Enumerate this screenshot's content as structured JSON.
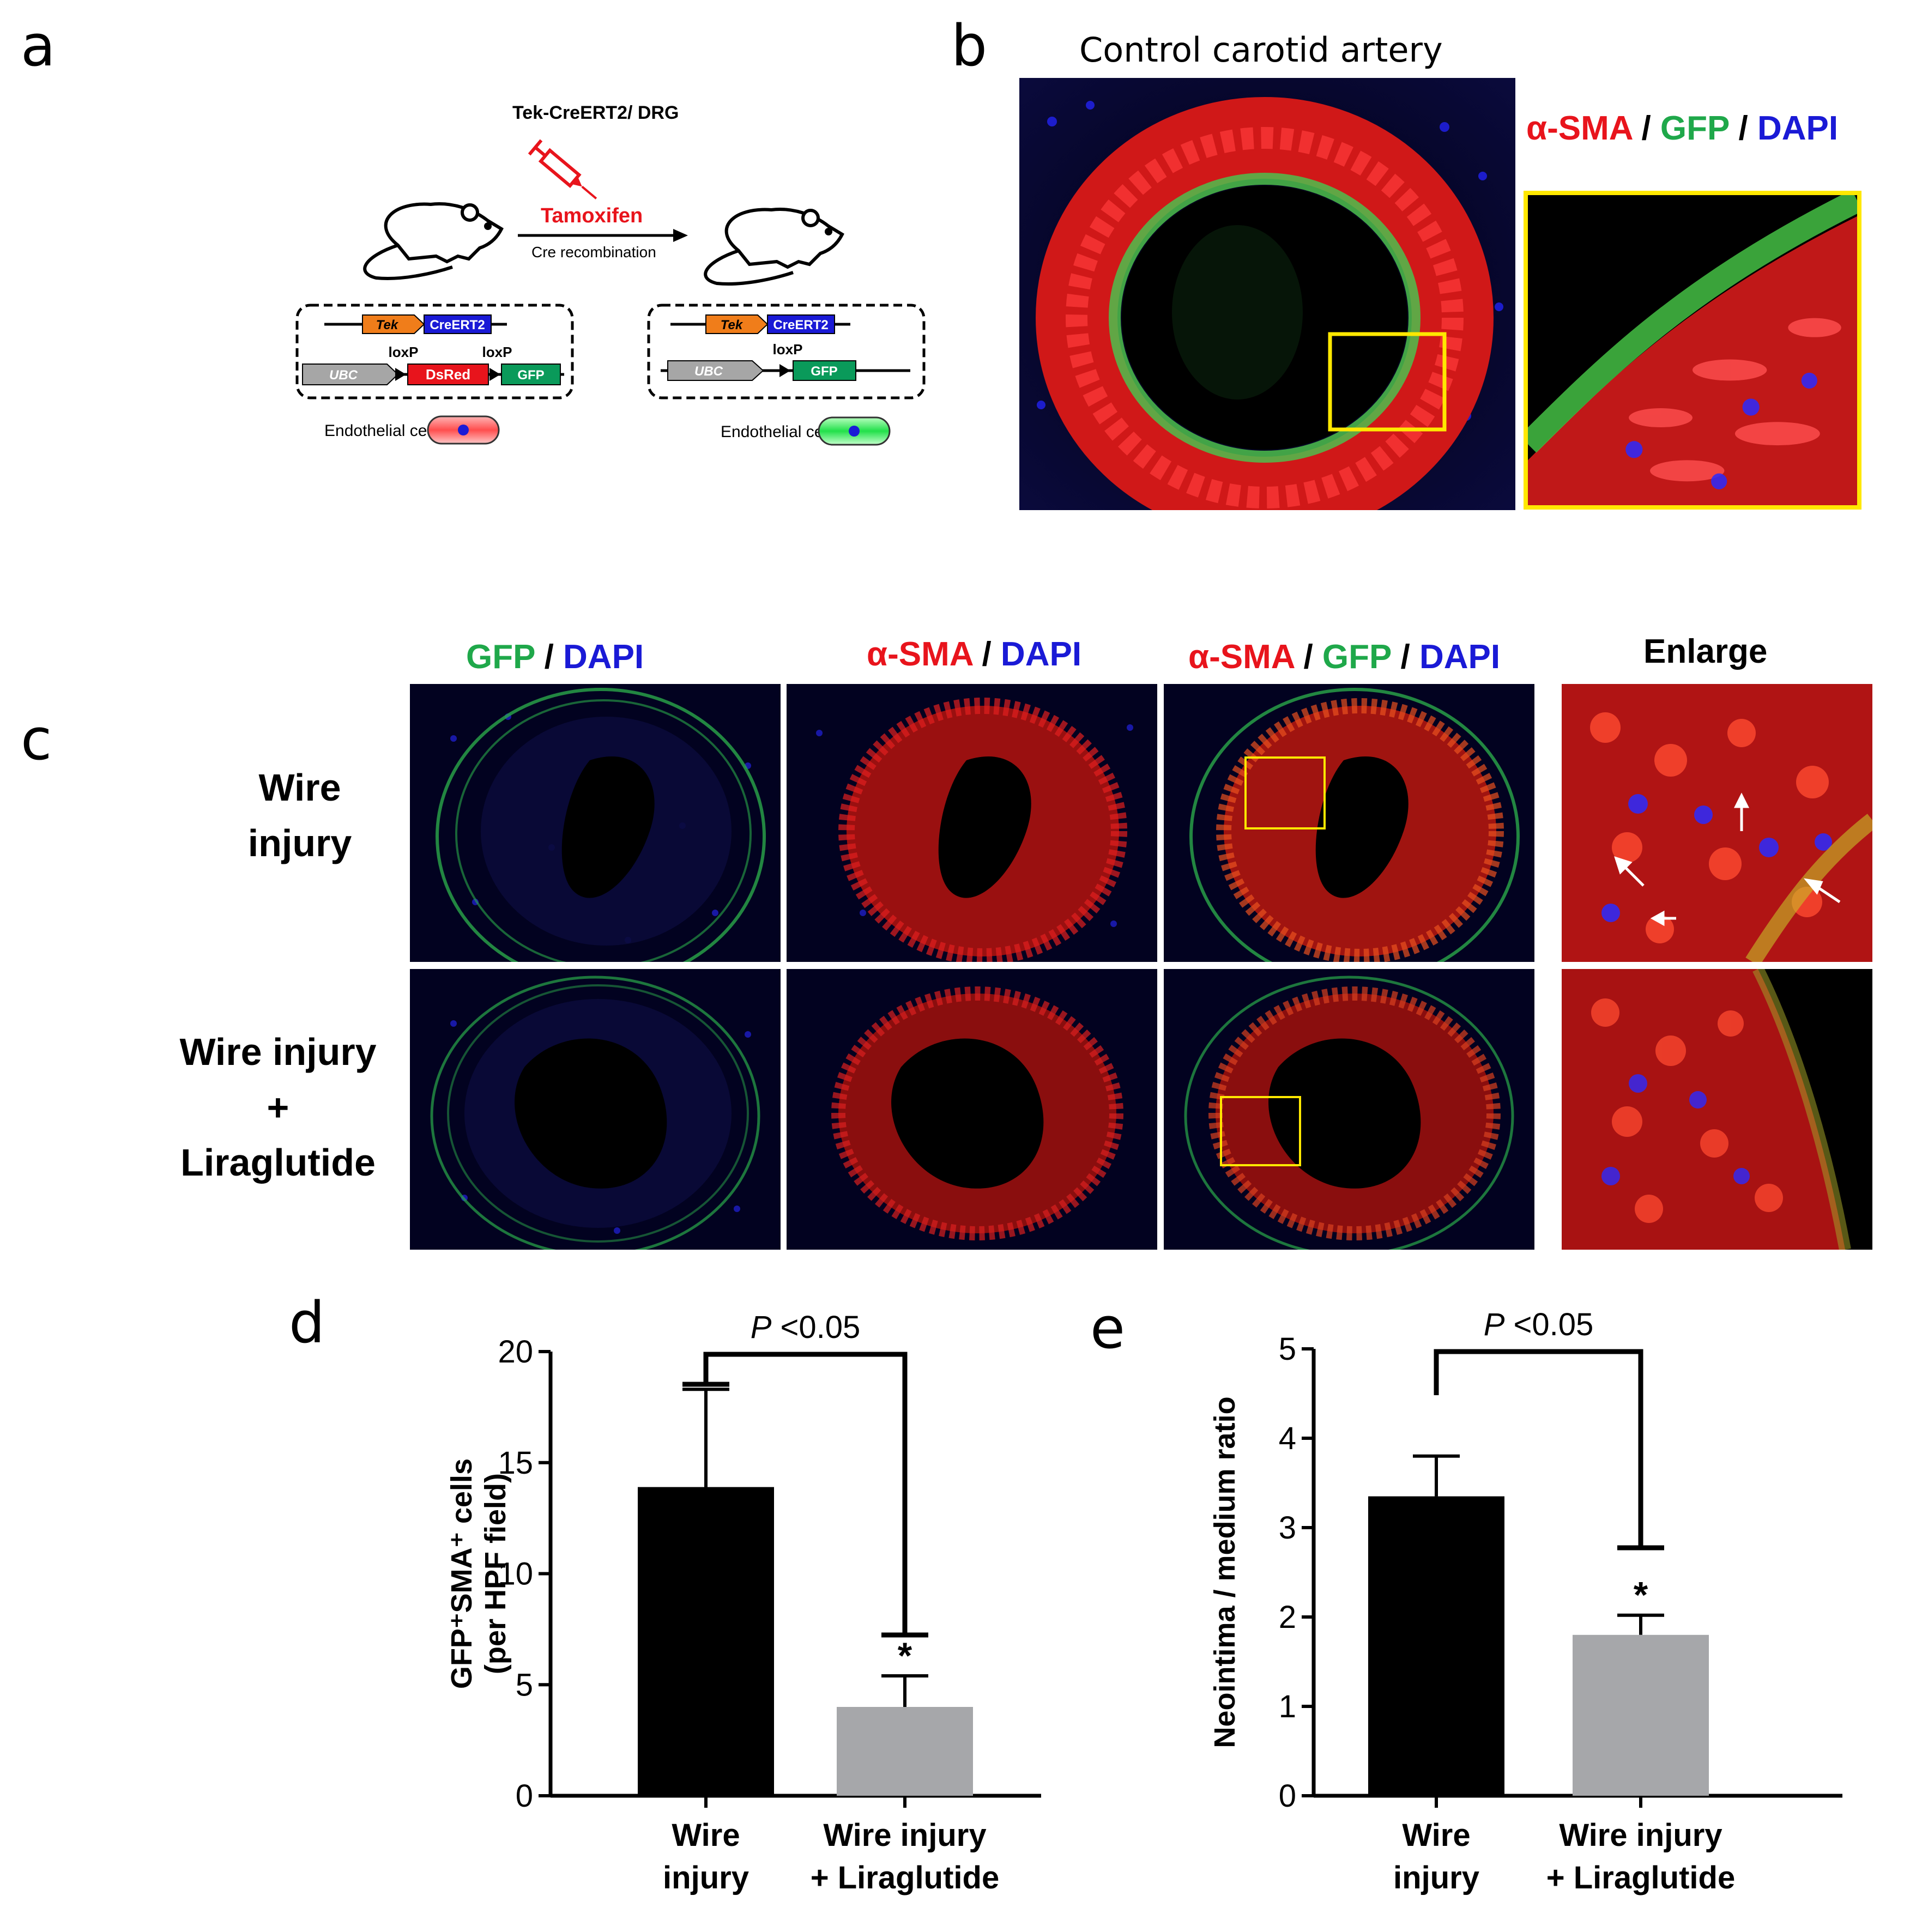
{
  "panels": {
    "a": "a",
    "b": "b",
    "c": "c",
    "d": "d",
    "e": "e"
  },
  "schematic": {
    "strain": "Tek-CreERT2/ DRG",
    "injection": "Tamoxifen",
    "process": "Cre recombination",
    "before": {
      "tek": "Tek",
      "creert2": "CreERT2",
      "ubc": "UBC",
      "loxp1": "loxP",
      "loxp2": "loxP",
      "dsred": "DsRed",
      "gfp": "GFP",
      "cell": "Endothelial cell"
    },
    "after": {
      "tek": "Tek",
      "creert2": "CreERT2",
      "ubc": "UBC",
      "loxp": "loxP",
      "gfp": "GFP",
      "cell": "Endothelial cell"
    },
    "colors": {
      "tek": "#f07d1a",
      "creert2": "#1a1ad6",
      "ubc": "#a6a6a6",
      "dsred": "#e8141c",
      "gfp": "#0a9a5a",
      "injection": "#e8141c"
    }
  },
  "panel_b": {
    "title": "Control carotid artery",
    "legend": {
      "sma": "α-SMA",
      "sep1": " / ",
      "gfp": "GFP",
      "sep2": " / ",
      "dapi": "DAPI"
    }
  },
  "panel_c": {
    "columns": [
      {
        "p1": "GFP",
        "s1": " / ",
        "p2": "DAPI"
      },
      {
        "p1": "α-SMA",
        "s1": " / ",
        "p2": "DAPI"
      },
      {
        "p1": "α-SMA",
        "s1": " / ",
        "p2": "GFP",
        "s2": " / ",
        "p3": "DAPI"
      },
      {
        "p1": "Enlarge"
      }
    ],
    "rows": [
      {
        "l1": "Wire",
        "l2": "injury"
      },
      {
        "l1": "Wire injury",
        "l2": "+",
        "l3": "Liraglutide"
      }
    ]
  },
  "chart_data": [
    {
      "type": "bar",
      "panel": "d",
      "categories": [
        [
          "Wire",
          "injury"
        ],
        [
          "Wire injury",
          "+ Liraglutide"
        ]
      ],
      "values": [
        13.9,
        4.0
      ],
      "errors": [
        4.4,
        1.4
      ],
      "bar_colors": [
        "#000000",
        "#a6a7aa"
      ],
      "ylabel_lines": [
        "GFP⁺SMA⁺ cells",
        "(per HPF field)"
      ],
      "ylim": [
        0,
        20
      ],
      "yticks": [
        0,
        5,
        10,
        15,
        20
      ],
      "significance": {
        "p_italic": "P",
        "p_rest": " <0.05",
        "star": "*"
      }
    },
    {
      "type": "bar",
      "panel": "e",
      "categories": [
        [
          "Wire",
          "injury"
        ],
        [
          "Wire injury",
          "+ Liraglutide"
        ]
      ],
      "values": [
        3.35,
        1.8
      ],
      "errors": [
        0.45,
        0.22
      ],
      "bar_colors": [
        "#000000",
        "#a6a7aa"
      ],
      "ylabel_lines": [
        "Neointima  / medium ratio"
      ],
      "ylim": [
        0,
        5
      ],
      "yticks": [
        0,
        1,
        2,
        3,
        4,
        5
      ],
      "significance": {
        "p_italic": "P",
        "p_rest": " <0.05",
        "star": "*"
      }
    }
  ]
}
